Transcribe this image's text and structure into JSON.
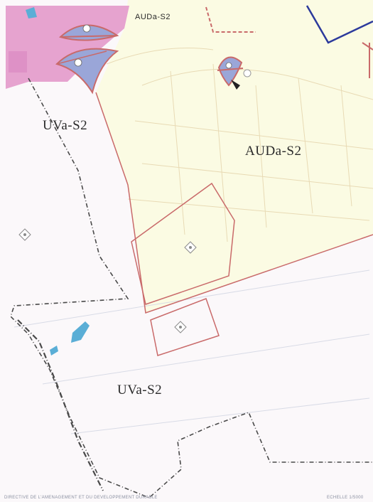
{
  "labels": {
    "zone_auda_top": "AUDa-S2",
    "zone_auda_main": "AUDa-S2",
    "zone_uva_left": "UVa-S2",
    "zone_uva_bottom": "UVa-S2"
  },
  "footer": {
    "left": "DIRECTIVE DE L'AMENAGEMENT ET DU DEVELOPPEMENT DURABLE",
    "right": "ECHELLE 1/5000"
  },
  "colors": {
    "background": "#fbf8fa",
    "urban_zone_fill": "#fbfbe3",
    "pink_zone_fill": "#e6a3cf",
    "purple_marker_fill": "#9aa6d8",
    "red_boundary": "#c96a6a",
    "blue_boundary": "#2c3a9c",
    "water": "#5aaed6",
    "dashed_boundary": "#4a4a4a"
  },
  "icons": [
    "protected-tree-icon",
    "heritage-marker-icon"
  ]
}
